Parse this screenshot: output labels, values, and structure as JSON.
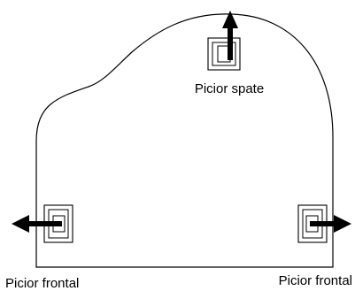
{
  "labels": {
    "back_leg": "Picior spate",
    "front_left": "Picior frontal",
    "front_right": "Picior frontal"
  },
  "colors": {
    "line": "#000000",
    "background": "#ffffff"
  },
  "icons": [
    "arrow-up-icon",
    "arrow-left-icon",
    "arrow-right-icon"
  ]
}
